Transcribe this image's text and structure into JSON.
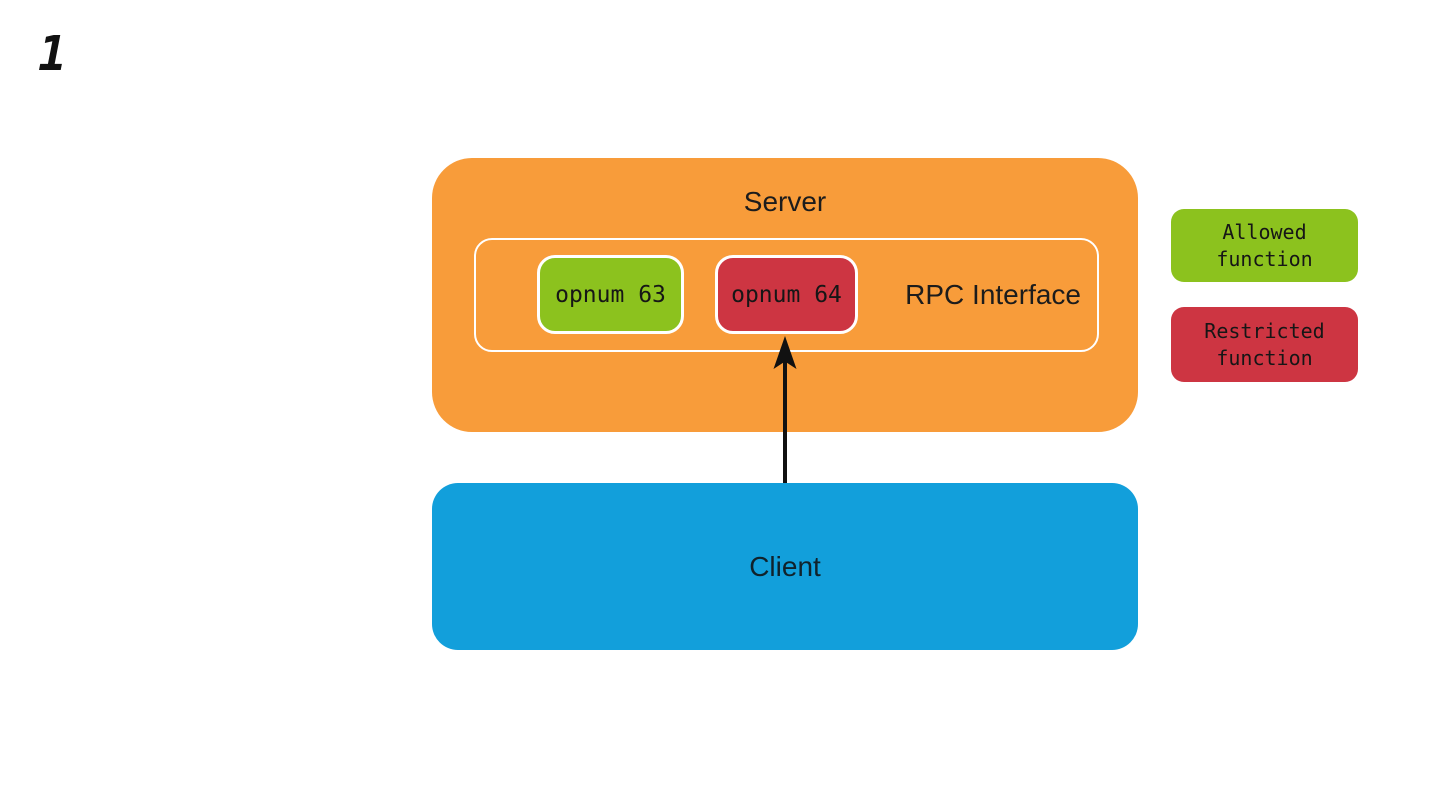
{
  "frame": {
    "number": "1"
  },
  "colors": {
    "orange": "#F89C3A",
    "green": "#8CC21E",
    "red": "#CD3542",
    "blue": "#129FDB",
    "arrow": "#111111",
    "text-dark": "#1C1C1C"
  },
  "server": {
    "label": "Server",
    "rpc_interface": {
      "label": "RPC Interface",
      "functions": [
        {
          "label": "opnum 63",
          "status": "allowed"
        },
        {
          "label": "opnum 64",
          "status": "restricted"
        }
      ]
    }
  },
  "client": {
    "label": "Client"
  },
  "arrow": {
    "from": "Client",
    "to": "opnum 64"
  },
  "legend": {
    "items": [
      {
        "label": "Allowed\nfunction",
        "status": "allowed"
      },
      {
        "label": "Restricted\nfunction",
        "status": "restricted"
      }
    ]
  }
}
